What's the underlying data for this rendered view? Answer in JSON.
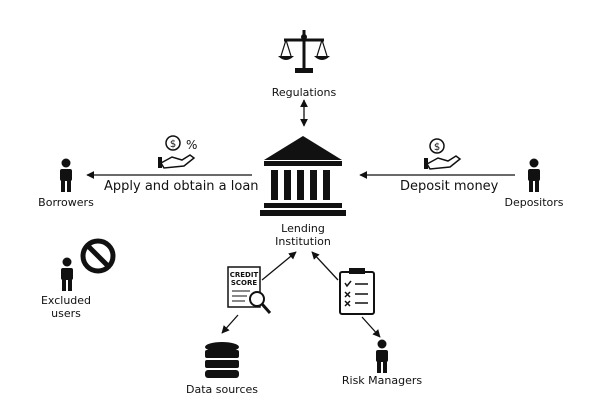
{
  "nodes": {
    "regulations": "Regulations",
    "lending_institution_line1": "Lending",
    "lending_institution_line2": "Institution",
    "borrowers": "Borrowers",
    "depositors": "Depositors",
    "excluded_users_line1": "Excluded",
    "excluded_users_line2": "users",
    "data_sources": "Data sources",
    "risk_managers": "Risk Managers"
  },
  "edges": {
    "borrowers": "Apply and obtain a loan",
    "depositors": "Deposit money"
  },
  "credit_score_icon": {
    "line1": "CREDIT",
    "line2": "SCORE"
  },
  "icons": {
    "regulations": "scales-icon",
    "institution": "bank-icon",
    "loan": "hand-dollar-percent-icon",
    "deposit": "hand-dollar-icon",
    "person": "person-icon",
    "prohibited": "no-entry-icon",
    "credit_score": "credit-score-magnifier-icon",
    "checklist": "clipboard-checklist-icon",
    "database": "database-icon"
  }
}
